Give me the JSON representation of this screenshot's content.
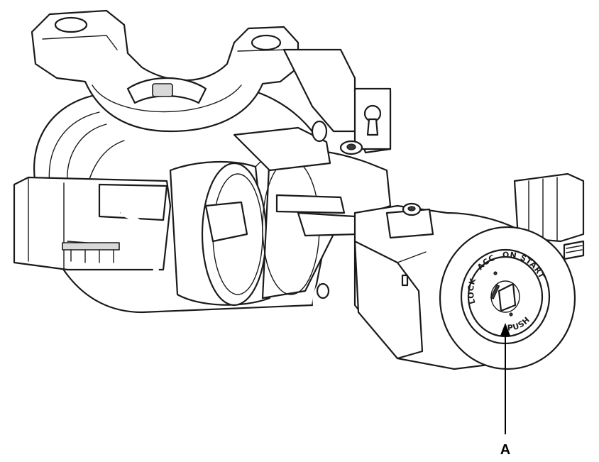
{
  "callout": {
    "label": "A"
  },
  "key_positions": {
    "lock": "LOCK",
    "acc": "ACC",
    "on": "ON",
    "start": "START",
    "push": "PUSH"
  },
  "colors": {
    "line": "#1a1a1a",
    "background": "#ffffff"
  }
}
